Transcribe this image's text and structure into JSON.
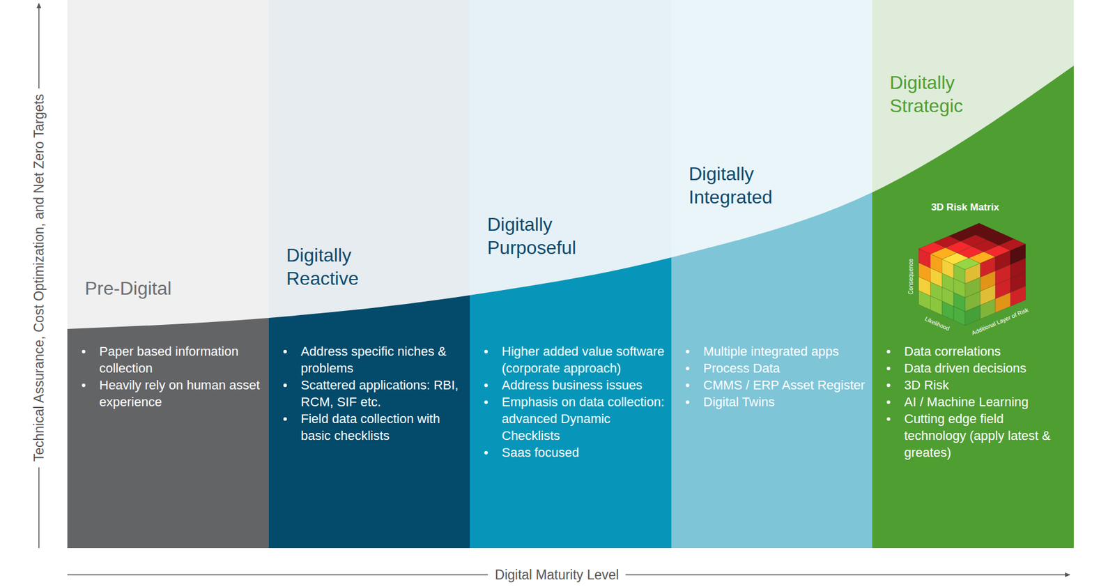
{
  "diagram": {
    "nodes": [
      {
        "text": [
          "Pre-Digital",
          "Paper based information collection",
          "Heavily rely on human asset experience"
        ]
      },
      {
        "text": [
          "Digitally Reactive",
          "Address specific niches & problems",
          "Scattered applications: RBI, RCM, SIF etc.",
          "Field data collection with basic checklists"
        ]
      },
      {
        "text": [
          "Digitally Purposeful",
          "Higher added value software (corporate approach)",
          "Address business issues",
          "Emphasis on data collection: advanced Dynamic Checklists",
          "Saas focused"
        ]
      },
      {
        "text": [
          "Digitally Integrated",
          "Multiple integrated apps",
          "Process Data",
          "CMMS / ERP Asset Register",
          "Digital Twins"
        ]
      },
      {
        "text": [
          "Digitally Strategic",
          "Data correlations",
          "Data driven decisions",
          "3D Risk",
          "AI / Machine Learning",
          "Cutting edge field technology (apply latest & greates)"
        ]
      }
    ],
    "labels": [
      "Technical Assurance, Cost Optimization, and Net Zero Targets",
      "Digital Maturity Level",
      "3D Risk Matrix",
      "Consequence",
      "Likelihood",
      "Additional Layer of Risk"
    ]
  }
}
